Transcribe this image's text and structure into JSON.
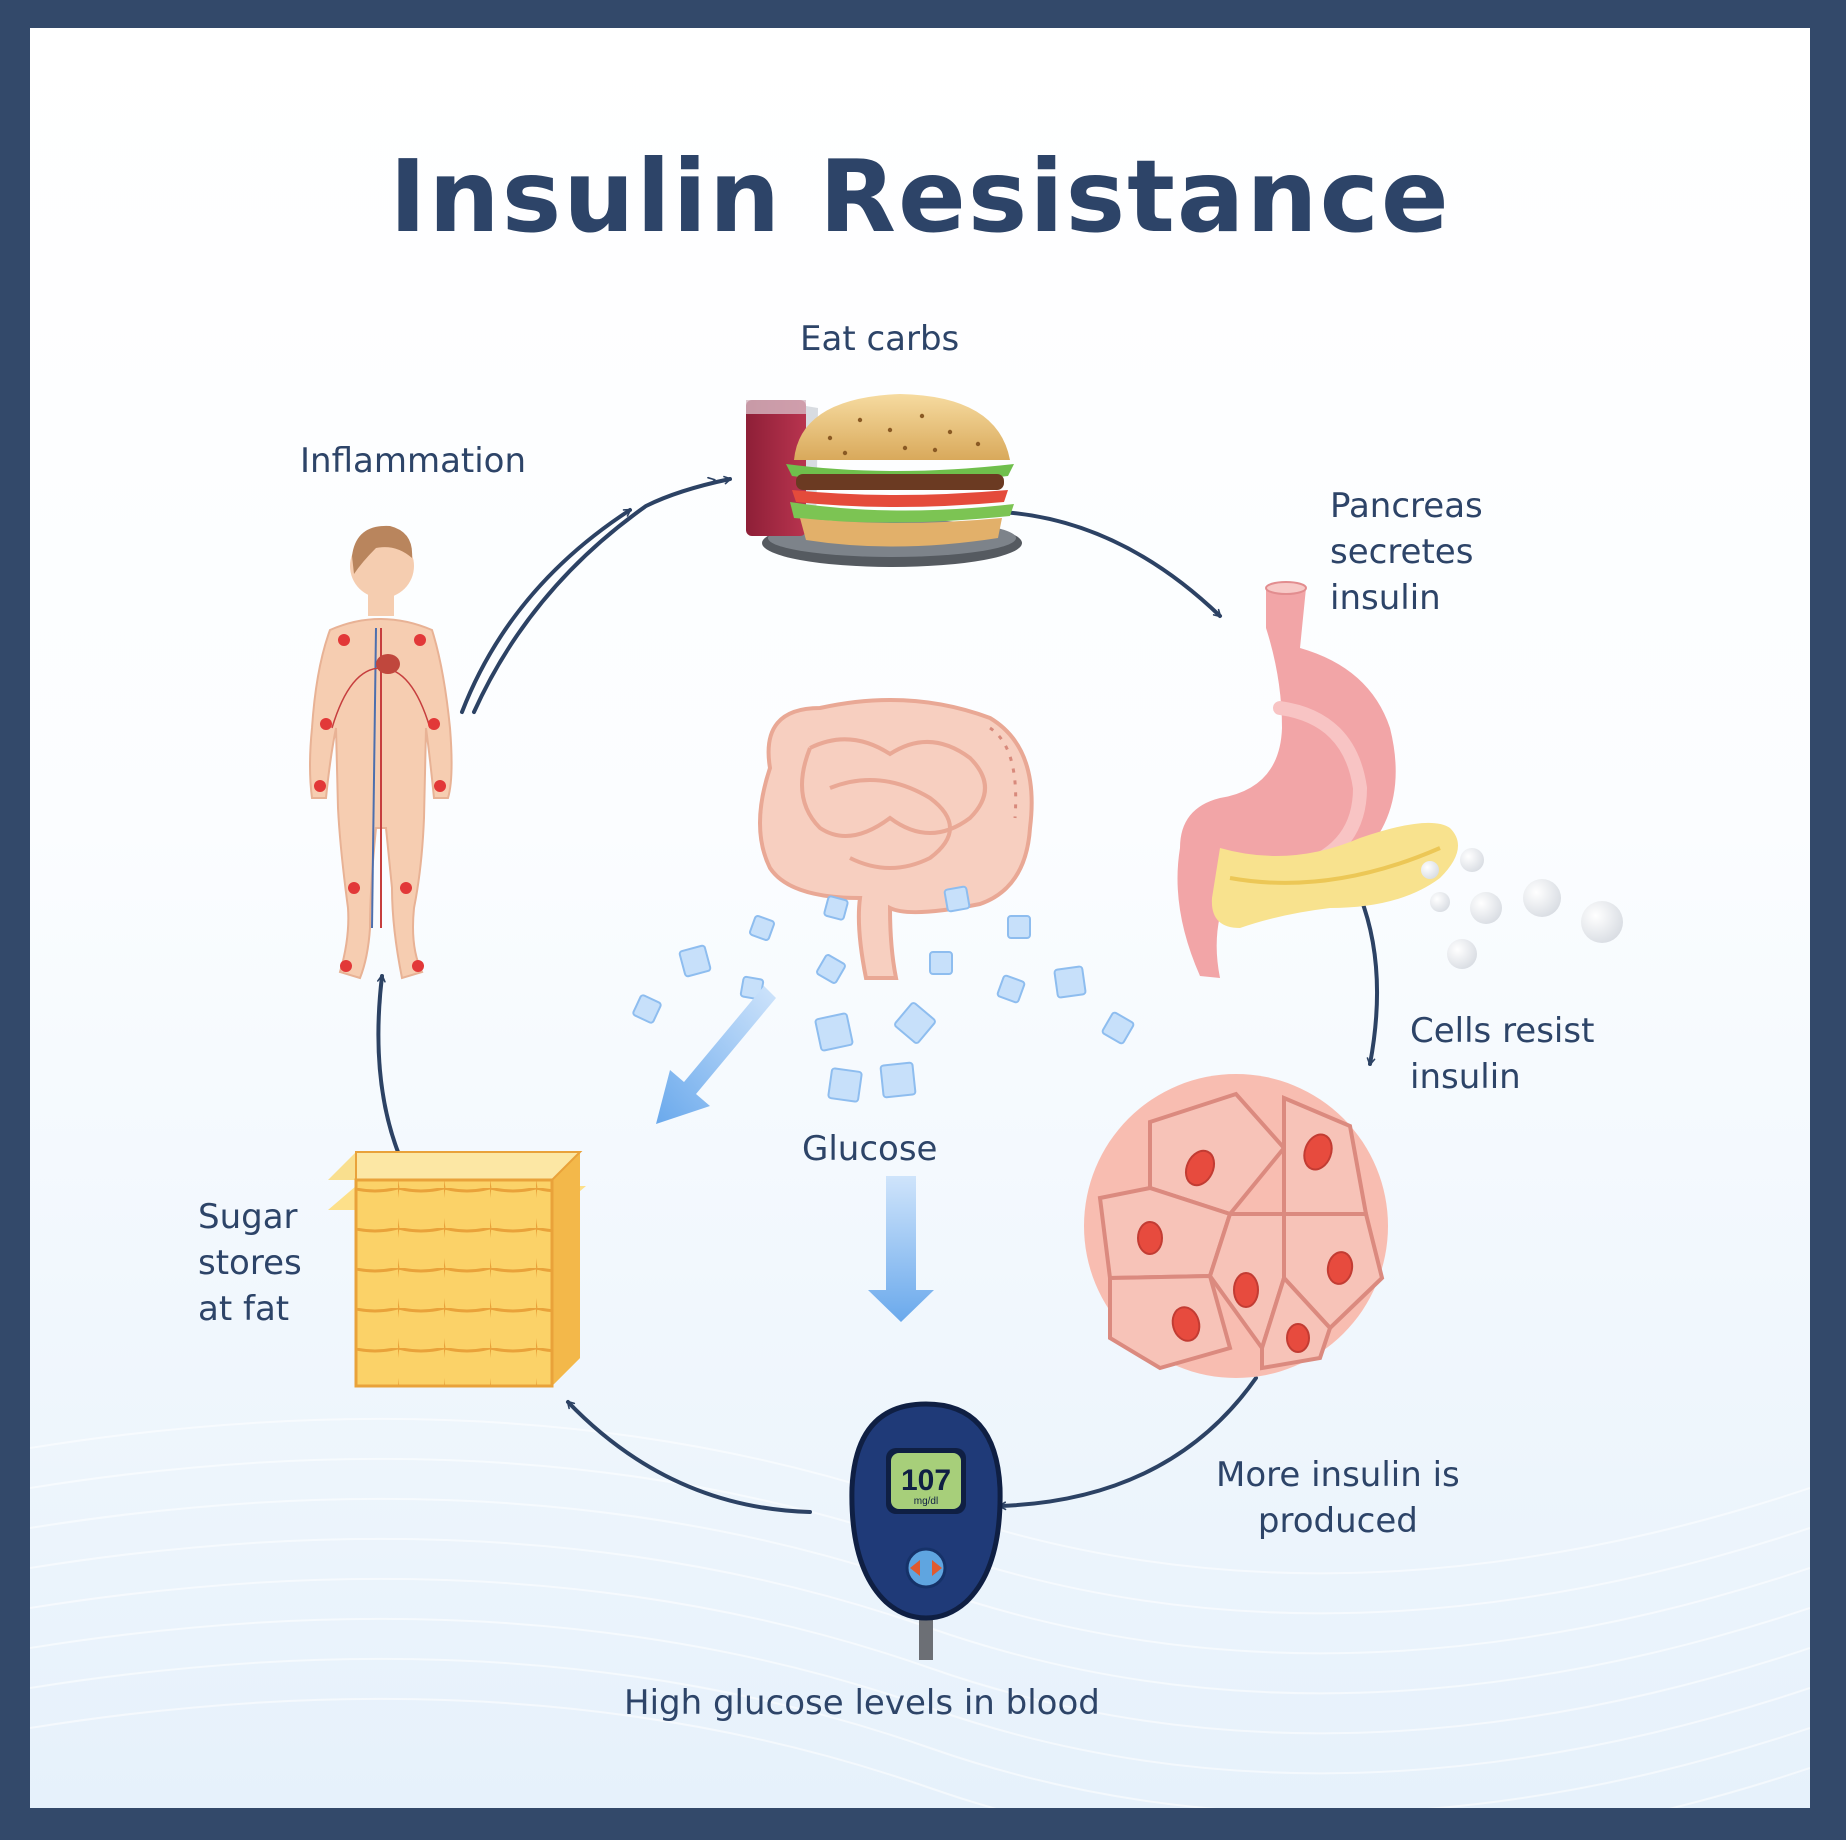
{
  "title": "Insulin Resistance",
  "steps": {
    "eat_carbs": "Eat carbs",
    "pancreas": "Pancreas\nsecretes\ninsulin",
    "cells_resist": "Cells resist\ninsulin",
    "more_insulin": "More insulin is\nproduced",
    "high_glucose": "High glucose levels in blood",
    "sugar_fat": "Sugar\nstores\nat fat",
    "inflammation": "Inflammation"
  },
  "center_label": "Glucose",
  "meter": {
    "value": "107",
    "unit": "mg/dl"
  },
  "colors": {
    "frame": "#33496a",
    "text": "#2d4468",
    "arrow": "#2c4264",
    "glucose": "#7eb6ee"
  }
}
